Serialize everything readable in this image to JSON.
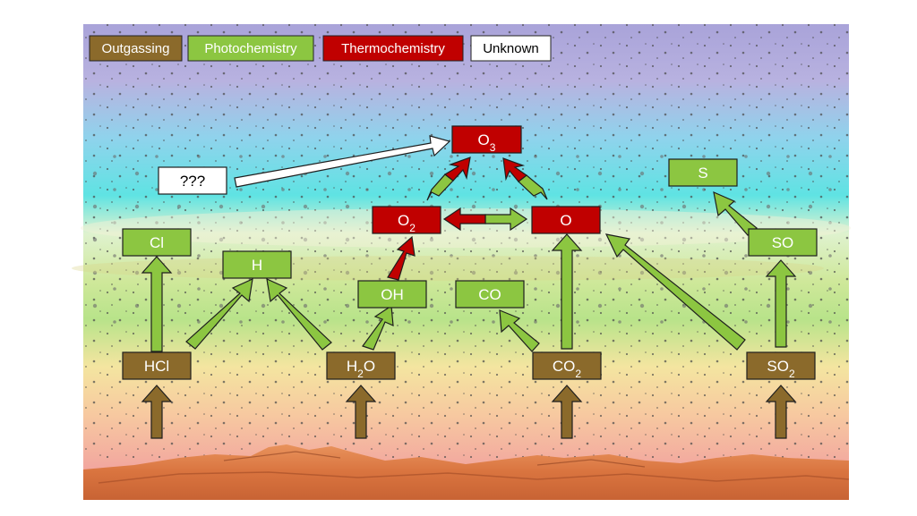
{
  "legend": {
    "outgassing": "Outgassing",
    "photochemistry": "Photochemistry",
    "thermochemistry": "Thermochemistry",
    "unknown": "Unknown"
  },
  "colors": {
    "outgassing": "#8b6a2b",
    "photochemistry": "#8cc641",
    "thermochemistry": "#c00000",
    "unknown": "#ffffff"
  },
  "species": {
    "o3": {
      "base": "O",
      "sub": "3"
    },
    "o2": {
      "base": "O",
      "sub": "2"
    },
    "o": "O",
    "unknown_source": "???",
    "s": "S",
    "cl": "Cl",
    "h": "H",
    "oh": "OH",
    "co": "CO",
    "so": "SO",
    "hcl": "HCl",
    "h2o": {
      "base": "H",
      "sub": "2",
      "tail": "O"
    },
    "co2": {
      "base": "CO",
      "sub": "2"
    },
    "so2": {
      "base": "SO",
      "sub": "2"
    }
  }
}
